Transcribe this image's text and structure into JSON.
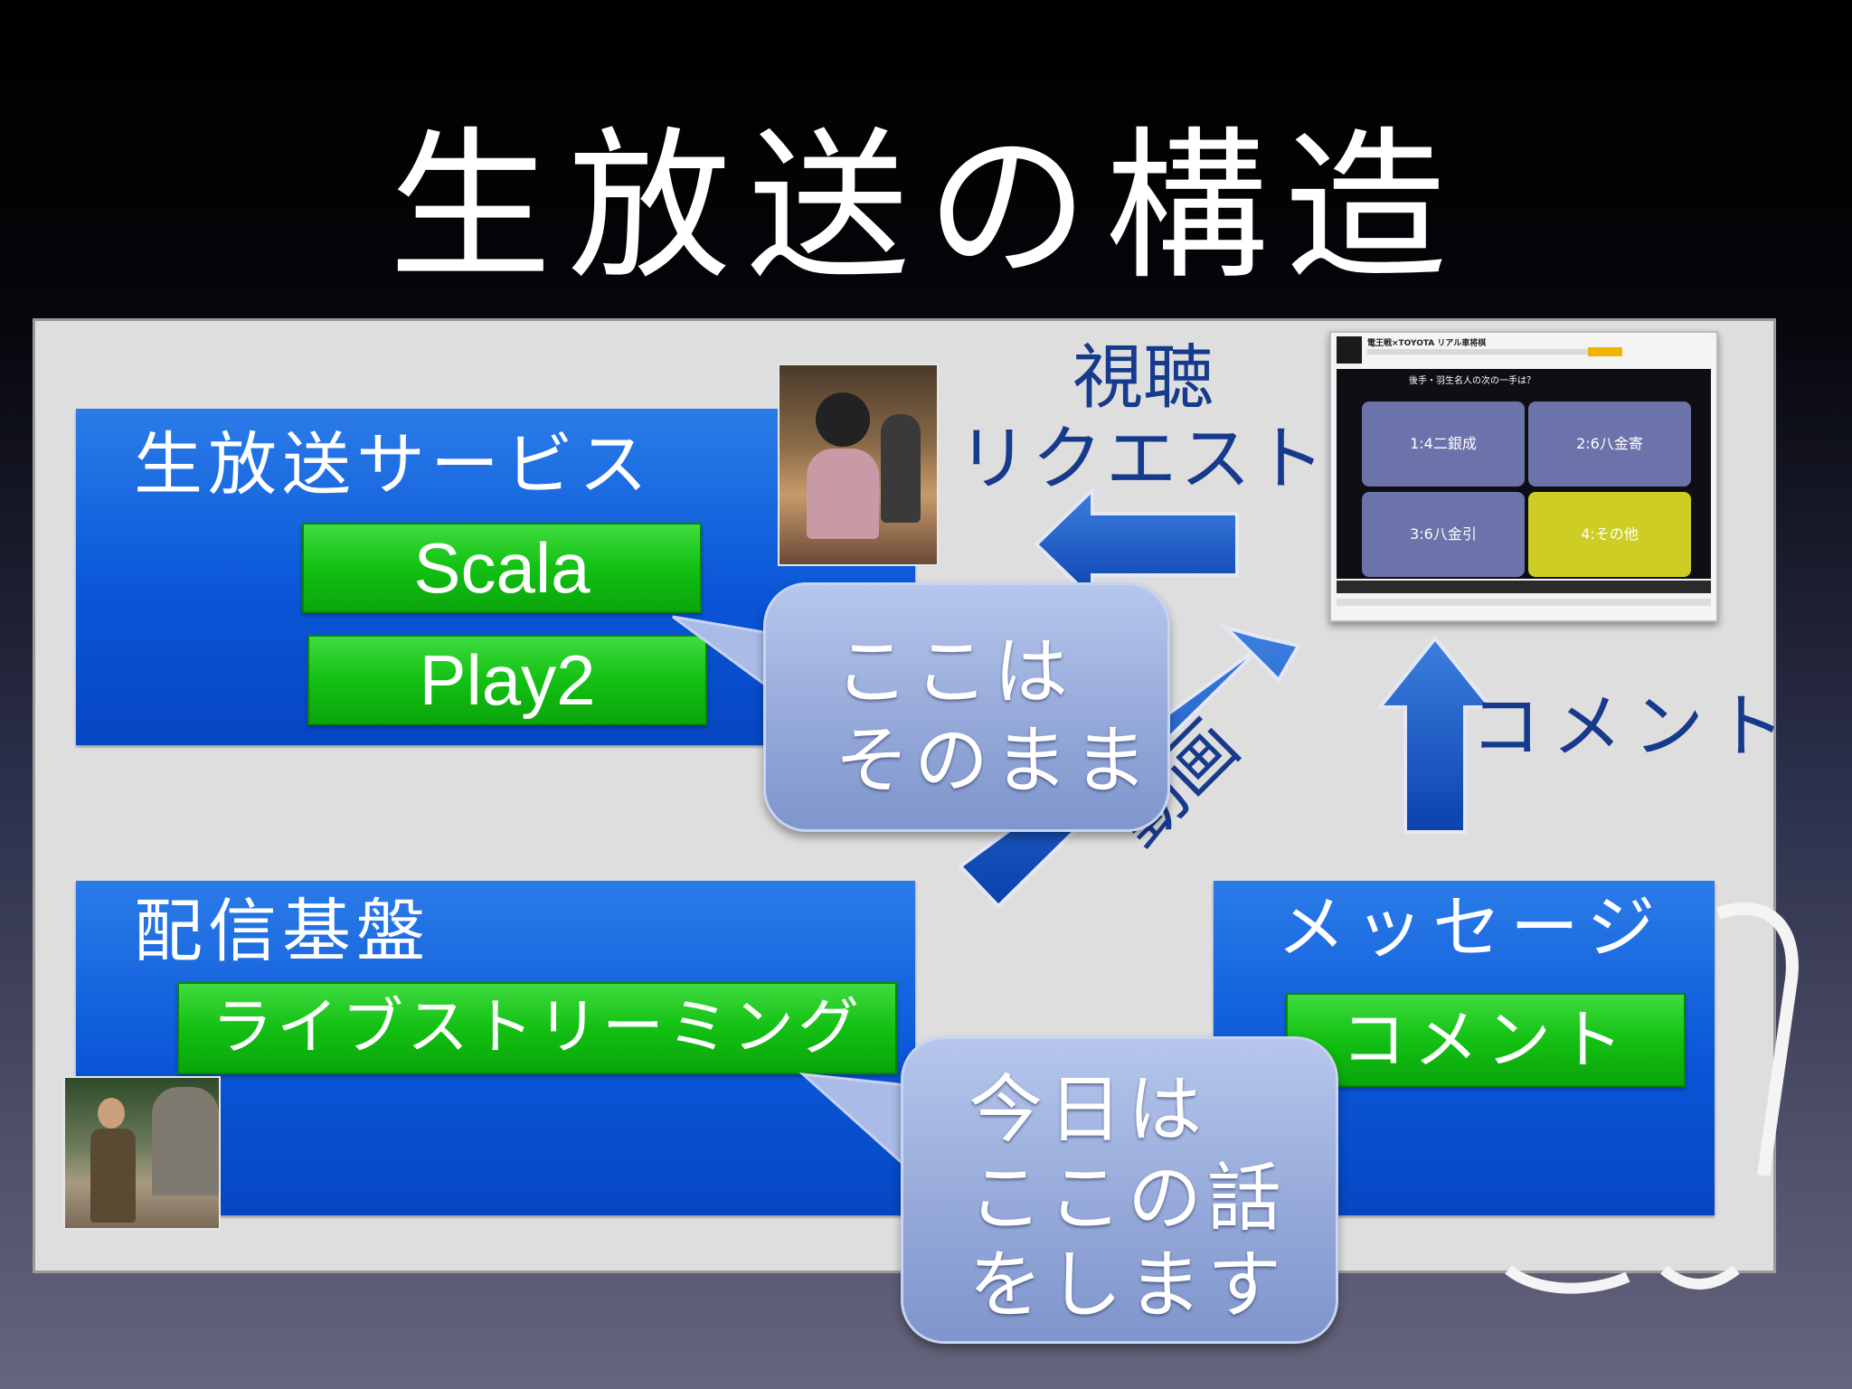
{
  "slide": {
    "title": "生放送の構造",
    "service": {
      "label": "生放送サービス",
      "items": [
        "Scala",
        "Play2"
      ]
    },
    "delivery": {
      "label": "配信基盤",
      "item": "ライブストリーミング"
    },
    "message": {
      "label": "メッセージ",
      "item": "コメント"
    },
    "bubbles": {
      "service_note": [
        "ここは",
        "そのまま"
      ],
      "delivery_note": [
        "今日は",
        "ここの話",
        "をします"
      ]
    },
    "arrows": {
      "request": [
        "視聴",
        "リクエスト"
      ],
      "video": "動画",
      "comment": "コメント"
    },
    "player": {
      "header_title": "電王戦×TOYOTA リアル車将棋",
      "question": "後手・羽生名人の次の一手は？",
      "options": [
        "1:4二銀成",
        "2:6八金寄",
        "3:6八金引",
        "4:その他"
      ]
    }
  },
  "colors": {
    "box_blue": "#0a56d8",
    "box_green": "#13c013",
    "arrow_blue": "#0d4fbf",
    "bubble": "#93a7d8",
    "panel": "#dedede"
  }
}
